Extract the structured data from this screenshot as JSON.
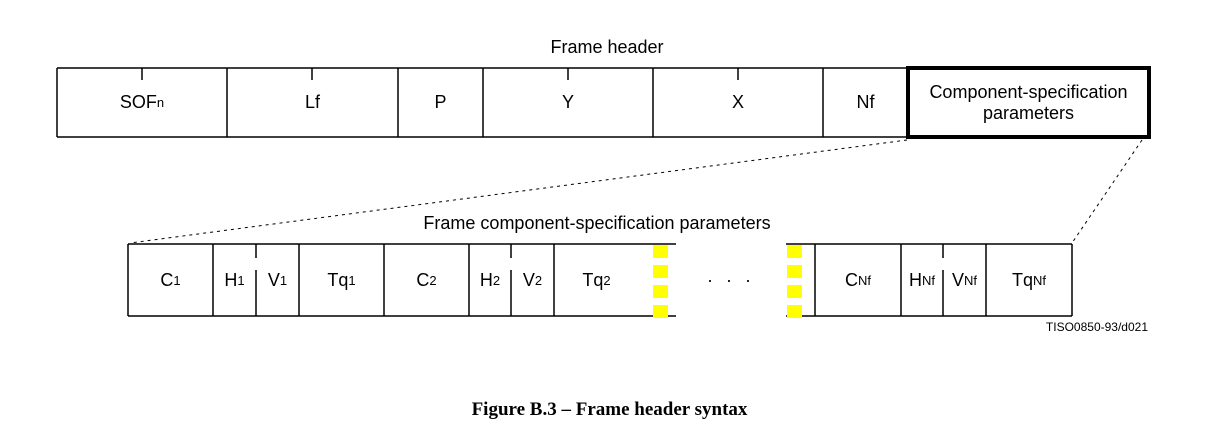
{
  "header": {
    "title": "Frame header",
    "fields": [
      {
        "main": "SOF",
        "sub": "n"
      },
      {
        "main": "Lf",
        "sub": ""
      },
      {
        "main": "P",
        "sub": ""
      },
      {
        "main": "Y",
        "sub": ""
      },
      {
        "main": "X",
        "sub": ""
      },
      {
        "main": "Nf",
        "sub": ""
      }
    ],
    "component_box": {
      "line1": "Component-specification",
      "line2": "parameters"
    }
  },
  "components": {
    "title": "Frame component-specification parameters",
    "fields": [
      {
        "main": "C",
        "sub": "1"
      },
      {
        "main": "H",
        "sub": "1"
      },
      {
        "main": "V",
        "sub": "1"
      },
      {
        "main": "Tq",
        "sub": "1"
      },
      {
        "main": "C",
        "sub": "2"
      },
      {
        "main": "H",
        "sub": "2"
      },
      {
        "main": "V",
        "sub": "2"
      },
      {
        "main": "Tq",
        "sub": "2"
      },
      {
        "main": "C",
        "sub": "Nf"
      },
      {
        "main": "H",
        "sub": "Nf"
      },
      {
        "main": "V",
        "sub": "Nf"
      },
      {
        "main": "Tq",
        "sub": "Nf"
      }
    ],
    "ellipsis": "· · ·",
    "break_marker_color": "#ffff00"
  },
  "reference": "TISO0850-93/d021",
  "caption": "Figure B.3 – Frame header syntax"
}
